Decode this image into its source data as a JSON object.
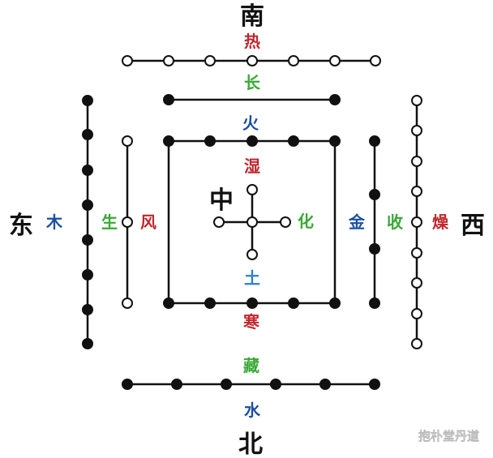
{
  "colors": {
    "line": "#111111",
    "dark": "#111111",
    "red": "#c0272d",
    "green": "#3aa935",
    "blue": "#1a4fa0",
    "light_blue": "#2b7fd4",
    "watermark": "#ffffff"
  },
  "directions": {
    "south": "南",
    "north": "北",
    "east": "东",
    "west": "西",
    "center": "中"
  },
  "phases": {
    "south": {
      "climate": "热",
      "process": "长",
      "element": "火"
    },
    "east": {
      "element": "木",
      "process": "生",
      "climate": "风"
    },
    "center": {
      "climate": "湿",
      "process": "化",
      "element": "土"
    },
    "west": {
      "element": "金",
      "process": "收",
      "climate": "燥"
    },
    "north": {
      "climate": "寒",
      "process": "藏",
      "element": "水"
    }
  },
  "watermark": {
    "icon": "wechat-icon",
    "text": "抱朴堂丹道"
  }
}
